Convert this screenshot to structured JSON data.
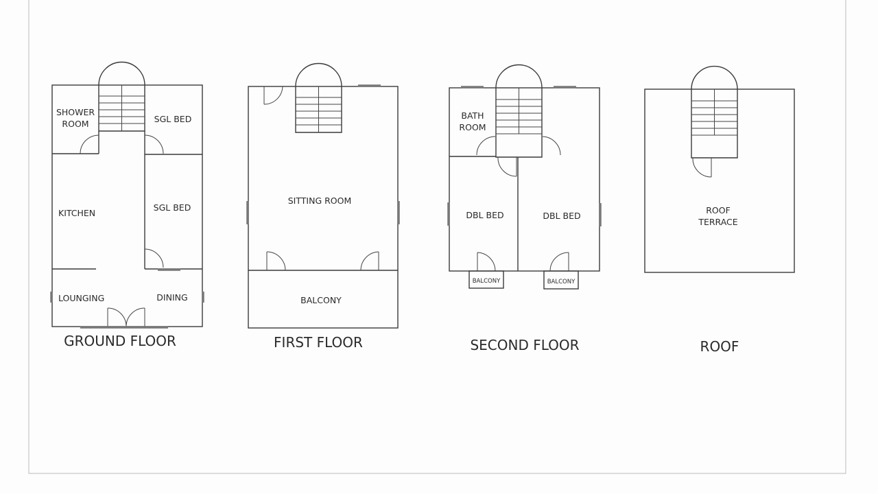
{
  "floors": {
    "ground": {
      "title": "GROUND FLOOR",
      "rooms": {
        "shower_1": "SHOWER",
        "shower_2": "ROOM",
        "sgl_bed_1": "SGL BED",
        "kitchen": "KITCHEN",
        "sgl_bed_2": "SGL BED",
        "lounging": "LOUNGING",
        "dining": "DINING"
      }
    },
    "first": {
      "title": "FIRST FLOOR",
      "rooms": {
        "sitting": "SITTING ROOM",
        "balcony": "BALCONY"
      }
    },
    "second": {
      "title": "SECOND FLOOR",
      "rooms": {
        "bath_1": "BATH",
        "bath_2": "ROOM",
        "dbl_bed_1": "DBL BED",
        "dbl_bed_2": "DBL BED",
        "balcony_1": "BALCONY",
        "balcony_2": "BALCONY"
      }
    },
    "roof": {
      "title": "ROOF",
      "rooms": {
        "terrace_1": "ROOF",
        "terrace_2": "TERRACE"
      }
    }
  }
}
